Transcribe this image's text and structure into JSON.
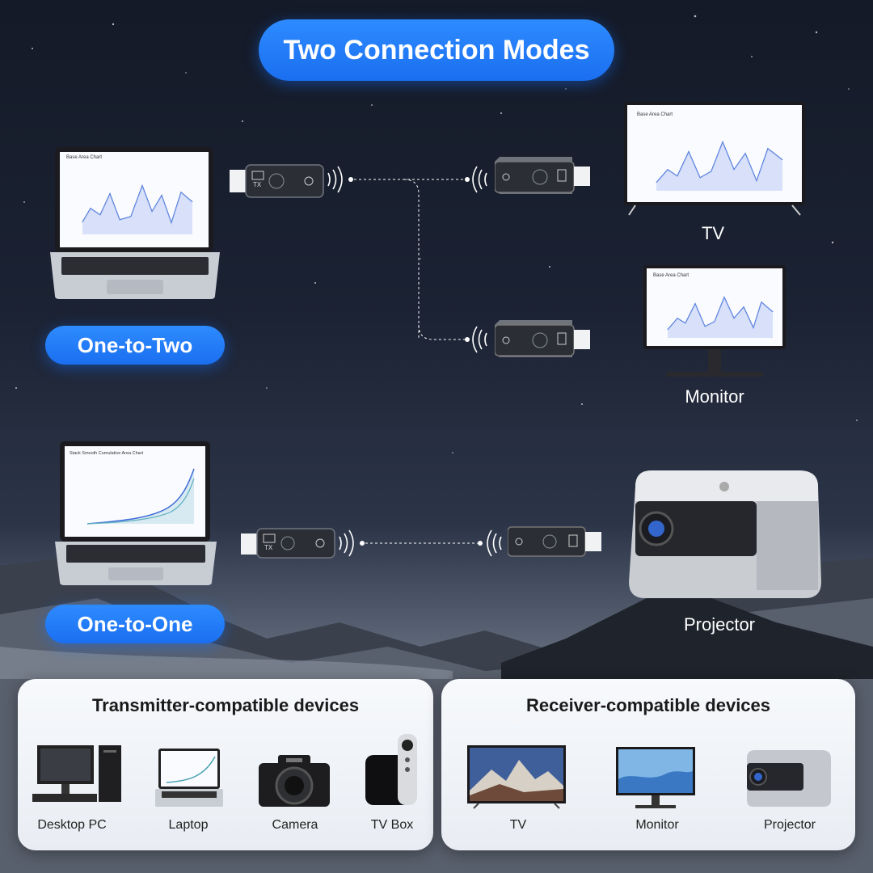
{
  "title": "Two Connection Modes",
  "modes": {
    "one_to_two": "One-to-Two",
    "one_to_one": "One-to-One"
  },
  "devices": {
    "tv": "TV",
    "monitor": "Monitor",
    "projector": "Projector"
  },
  "screens": {
    "laptop_top_chart_title": "Base Area Chart",
    "tv_chart_title": "Base Area Chart",
    "monitor_chart_title": "Base Area Chart",
    "laptop_bottom_chart_title": "Stack Smooth Cumulative Area Chart"
  },
  "dongle_labels": {
    "tx": "TX"
  },
  "transmitter_panel": {
    "heading": "Transmitter-compatible devices",
    "items": [
      "Desktop PC",
      "Laptop",
      "Camera",
      "TV Box"
    ]
  },
  "receiver_panel": {
    "heading": "Receiver-compatible devices",
    "items": [
      "TV",
      "Monitor",
      "Projector"
    ]
  },
  "colors": {
    "accent": "#1f78f5",
    "panel": "#eef1f6"
  }
}
